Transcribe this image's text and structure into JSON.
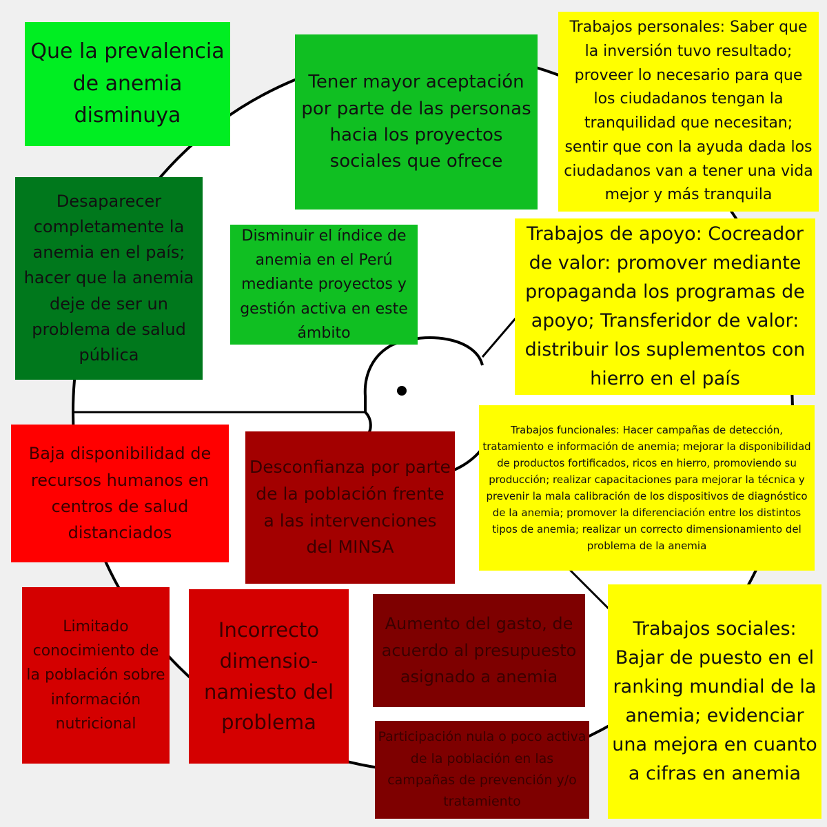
{
  "colors": {
    "lime": "#00ee22",
    "green": "#10bf22",
    "dark_green": "#00781c",
    "yellow": "#ffff00",
    "red": "#ff0000",
    "dark_red": "#a30000",
    "maroon": "#7e0000",
    "background": "#f0f0f0"
  },
  "gains": {
    "prevalencia": "Que la prevalencia de anemia disminuya",
    "aceptacion": "Tener mayor aceptación por parte de las personas hacia los proyectos sociales que ofrece",
    "desaparecer": "Desaparecer completamente la anemia en el país; hacer que la anemia deje de ser un problema de salud pública",
    "disminuir": "Disminuir el índice de anemia en el Perú mediante proyectos y gestión activa en este ámbito"
  },
  "jobs": {
    "personales": "Trabajos personales: Saber que la inversión tuvo resultado; proveer lo necesario para que los ciudadanos tengan la tranquilidad que necesitan; sentir que con la ayuda dada los ciudadanos van a  tener una vida mejor y más tranquila",
    "apoyo": "Trabajos de apoyo: Cocreador de valor: promover mediante propaganda los programas de apoyo; Transferidor de valor: distribuir los suplementos con hierro en el país",
    "funcionales": "Trabajos funcionales: Hacer campañas de detección, tratamiento e información de anemia; mejorar la disponibilidad de productos fortificados, ricos en hierro, promoviendo su producción; realizar capacitaciones para mejorar la técnica y prevenir la mala calibración de los dispositivos de diagnóstico de la anemia; promover la diferenciación entre los distintos tipos de anemia; realizar un correcto dimensionamiento del problema de la anemia",
    "sociales": "Trabajos sociales: Bajar de puesto en el ranking mundial de la anemia; evidenciar una mejora en cuanto a cifras en anemia"
  },
  "pains": {
    "recursos": "Baja disponibilidad de recursos humanos en centros de salud distanciados",
    "desconfianza": "Desconfianza por parte de la población frente a las intervenciones del MINSA",
    "conocimiento": "Limitado conocimiento de la población sobre información nutricional",
    "dimensionamiento": "Incorrecto dimensio-namiesto del problema",
    "gasto": "Aumento del gasto, de acuerdo al presupuesto asignado a anemia",
    "participacion": "Participación nula o poco activa de la población en las campañas de prevención y/o tratamiento"
  }
}
